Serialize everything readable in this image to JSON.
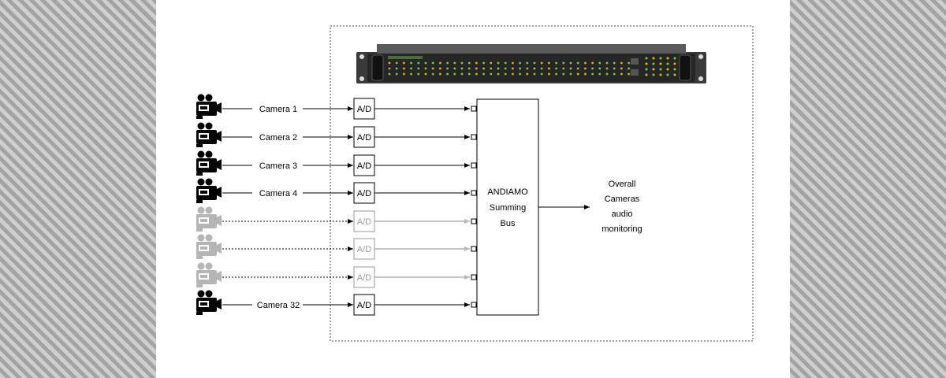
{
  "diagram": {
    "cameras": [
      {
        "label": "Camera 1",
        "active": true
      },
      {
        "label": "Camera 2",
        "active": true
      },
      {
        "label": "Camera 3",
        "active": true
      },
      {
        "label": "Camera 4",
        "active": true
      },
      {
        "label": "",
        "active": false
      },
      {
        "label": "",
        "active": false
      },
      {
        "label": "",
        "active": false
      },
      {
        "label": "Camera 32",
        "active": true
      }
    ],
    "converter_label": "A/D",
    "bus_lines": [
      "ANDIAMO",
      "Summing",
      "Bus"
    ],
    "output_lines": [
      "Overall",
      "Cameras",
      "audio",
      "monitoring"
    ],
    "colors": {
      "active": "#000000",
      "inactive": "#b5b5b5",
      "rack_body": "#2e2e2e",
      "led_green": "#7ccf3a",
      "led_amber": "#e6b800"
    }
  }
}
